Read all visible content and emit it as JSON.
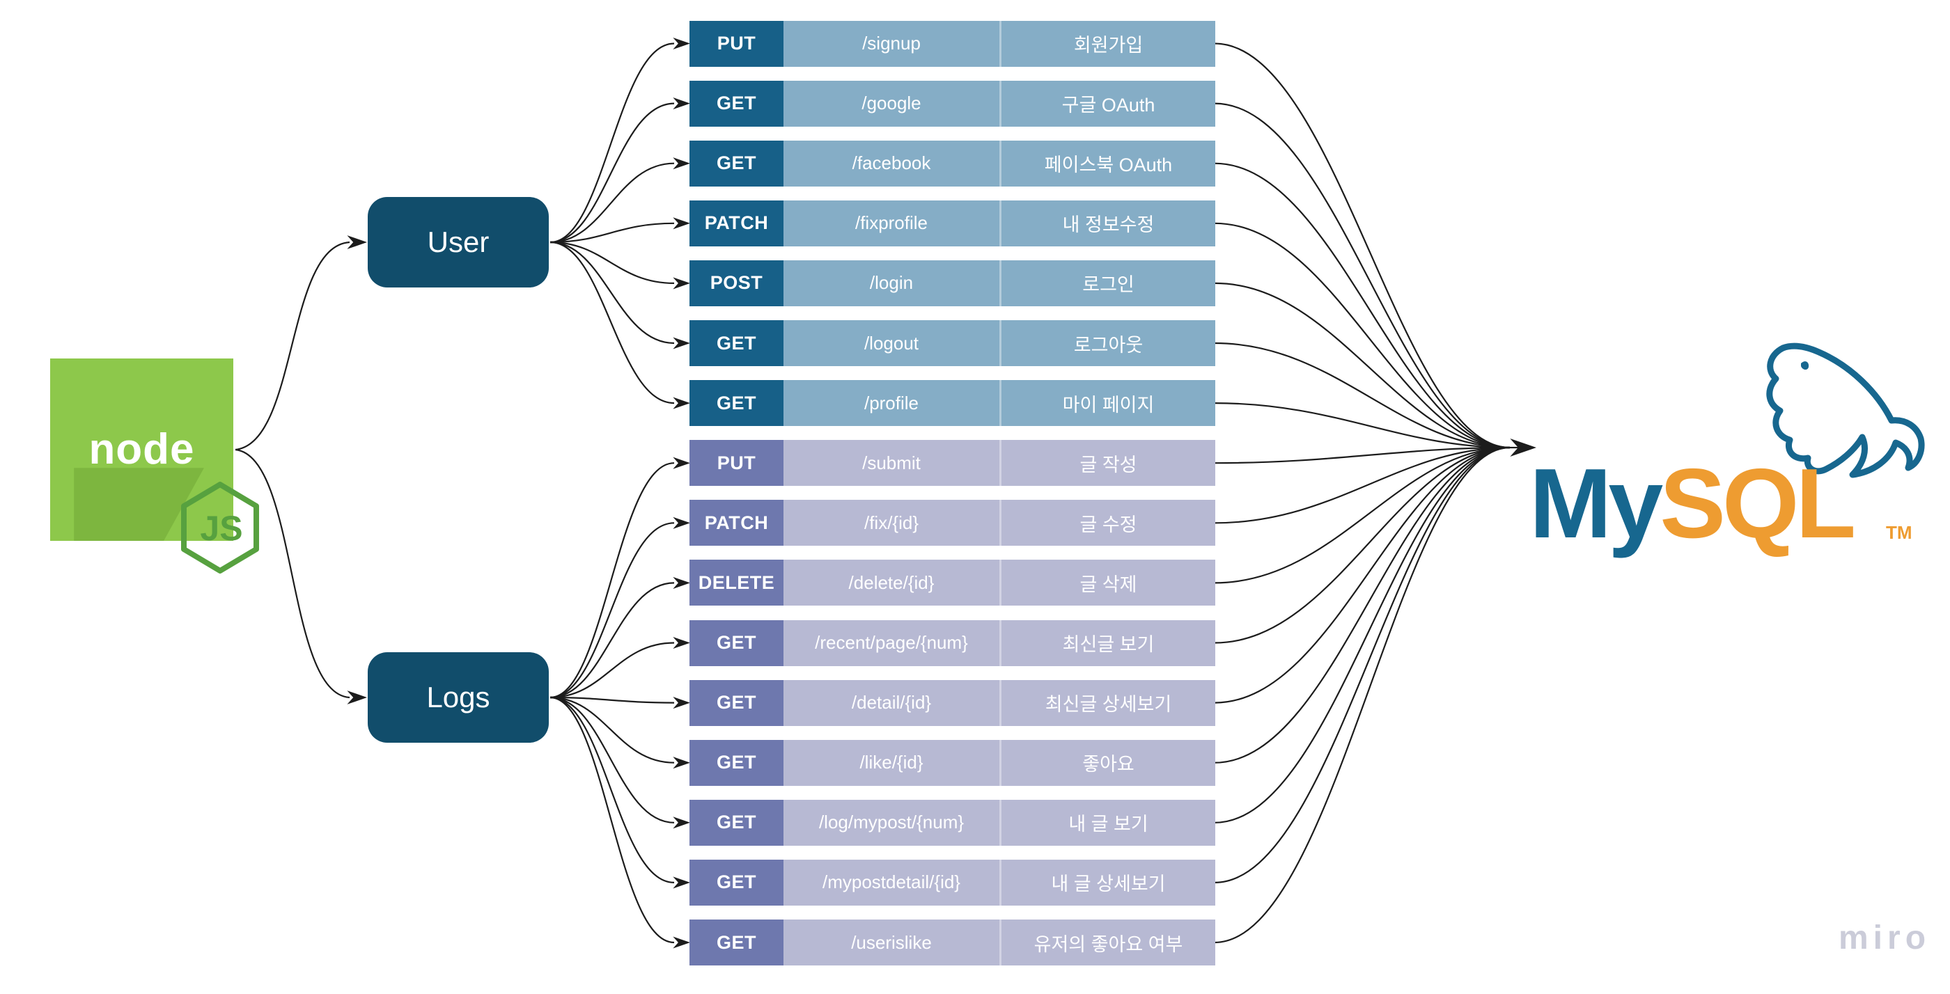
{
  "nodejs_logo": {
    "word": "node",
    "badge": "JS"
  },
  "hubs": [
    {
      "id": "user",
      "label": "User"
    },
    {
      "id": "logs",
      "label": "Logs"
    }
  ],
  "rows": [
    {
      "group": "user",
      "method": "PUT",
      "path": "/signup",
      "desc": "회원가입"
    },
    {
      "group": "user",
      "method": "GET",
      "path": "/google",
      "desc": "구글 OAuth"
    },
    {
      "group": "user",
      "method": "GET",
      "path": "/facebook",
      "desc": "페이스북 OAuth"
    },
    {
      "group": "user",
      "method": "PATCH",
      "path": "/fixprofile",
      "desc": "내 정보수정"
    },
    {
      "group": "user",
      "method": "POST",
      "path": "/login",
      "desc": "로그인"
    },
    {
      "group": "user",
      "method": "GET",
      "path": "/logout",
      "desc": "로그아웃"
    },
    {
      "group": "user",
      "method": "GET",
      "path": "/profile",
      "desc": "마이 페이지"
    },
    {
      "group": "logs",
      "method": "PUT",
      "path": "/submit",
      "desc": "글 작성"
    },
    {
      "group": "logs",
      "method": "PATCH",
      "path": "/fix/{id}",
      "desc": "글 수정"
    },
    {
      "group": "logs",
      "method": "DELETE",
      "path": "/delete/{id}",
      "desc": "글 삭제"
    },
    {
      "group": "logs",
      "method": "GET",
      "path": "/recent/page/{num}",
      "desc": "최신글 보기"
    },
    {
      "group": "logs",
      "method": "GET",
      "path": "/detail/{id}",
      "desc": "최신글 상세보기"
    },
    {
      "group": "logs",
      "method": "GET",
      "path": "/like/{id}",
      "desc": "좋아요"
    },
    {
      "group": "logs",
      "method": "GET",
      "path": "/log/mypost/{num}",
      "desc": "내 글 보기"
    },
    {
      "group": "logs",
      "method": "GET",
      "path": "/mypostdetail/{id}",
      "desc": "내 글 상세보기"
    },
    {
      "group": "logs",
      "method": "GET",
      "path": "/userislike",
      "desc": "유저의 좋아요 여부"
    }
  ],
  "mysql_logo": {
    "word_my": "My",
    "word_sql": "SQL",
    "tm": "TM"
  },
  "watermark": {
    "label": "miro"
  },
  "colors": {
    "background": "#ffffff",
    "arrow": "#1c1c1c",
    "hub_bg": "#114d6b",
    "user_method_bg": "#176088",
    "user_body_bg": "#85adc6",
    "logs_method_bg": "#6e78ae",
    "logs_body_bg": "#b7b9d3",
    "node_green": "#8dc84b",
    "node_shadow": "#7db63f",
    "node_badge_green": "#57a13f",
    "mysql_teal": "#17678f",
    "mysql_orange": "#ee9c31",
    "watermark": "#cbccd9"
  }
}
